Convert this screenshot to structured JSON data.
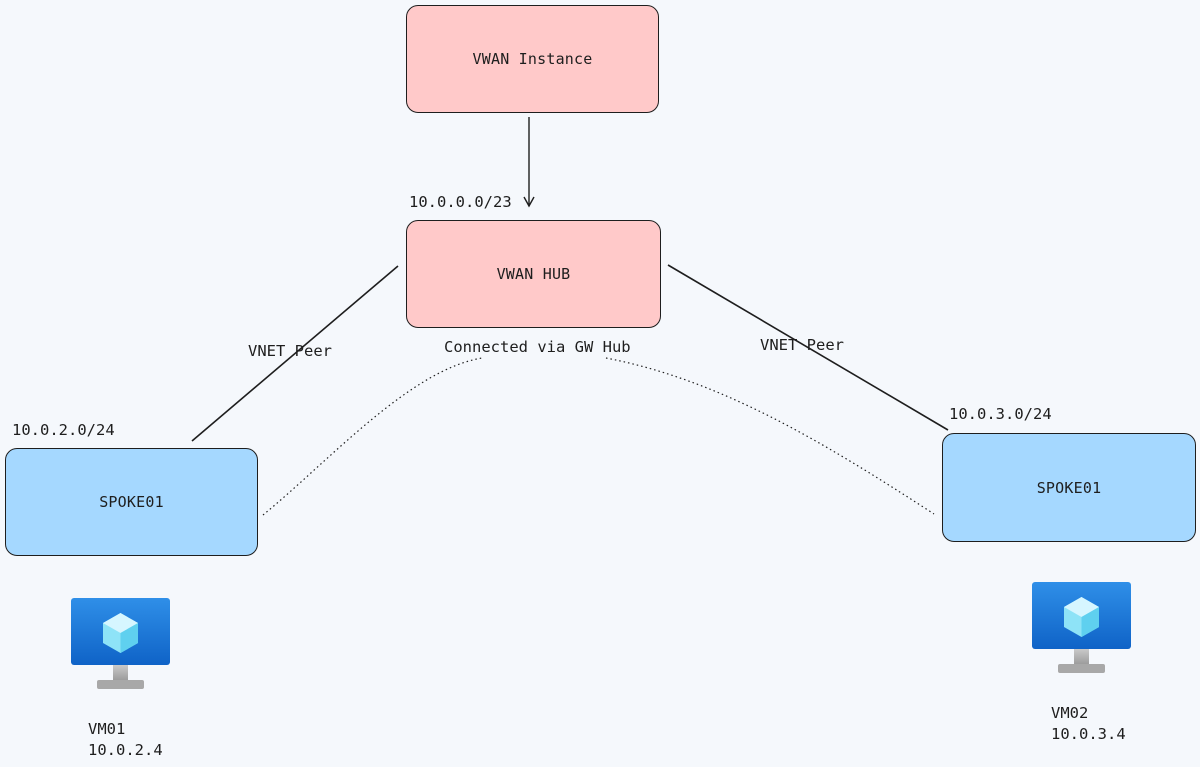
{
  "nodes": {
    "vwan_instance": "VWAN Instance",
    "vwan_hub": "VWAN HUB",
    "spoke_left": "SPOKE01",
    "spoke_right": "SPOKE01"
  },
  "labels": {
    "hub_cidr": "10.0.0.0/23",
    "spoke_left_cidr": "10.0.2.0/24",
    "spoke_right_cidr": "10.0.3.0/24",
    "peer_left": "VNET Peer",
    "peer_right": "VNET Peer",
    "connected_via": "Connected via GW Hub"
  },
  "vms": {
    "left": {
      "name": "VM01",
      "ip": "10.0.2.4",
      "icon": "virtual-machine-icon"
    },
    "right": {
      "name": "VM02",
      "ip": "10.0.3.4",
      "icon": "virtual-machine-icon"
    }
  },
  "colors": {
    "vwan_fill": "#ffc9c9",
    "spoke_fill": "#a5d8ff",
    "stroke": "#1e1e1e",
    "background": "#f5f8fc"
  }
}
